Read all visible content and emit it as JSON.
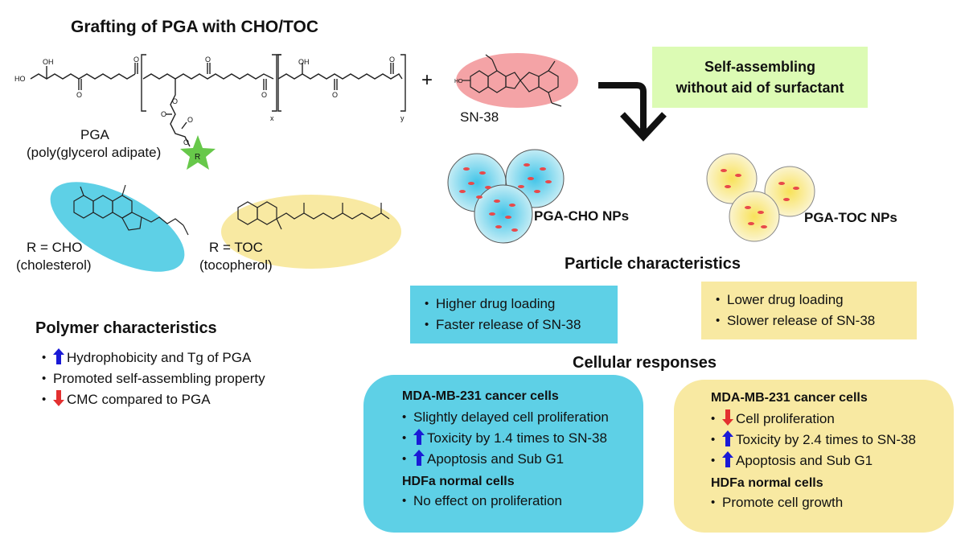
{
  "grafting_title": "Grafting of PGA with CHO/TOC",
  "pga_label": "PGA",
  "pga_full": "(poly(glycerol adipate)",
  "plus": "+",
  "sn38_label": "SN-38",
  "self_assembling": "Self-assembling\nwithout aid of surfactant",
  "chem_text": {
    "ho": "HO",
    "oh": "OH",
    "o": "O",
    "r": "R",
    "x": "x",
    "y": "y"
  },
  "r_cho": "R = CHO",
  "r_cho_name": "(cholesterol)",
  "r_toc": "R = TOC",
  "r_toc_name": "(tocopherol)",
  "np_cho_label": "PGA-CHO NPs",
  "np_toc_label": "PGA-TOC NPs",
  "particle_title": "Particle characteristics",
  "particle_cho": [
    "Higher drug loading",
    "Faster release of SN-38"
  ],
  "particle_toc": [
    "Lower drug loading",
    "Slower release of SN-38"
  ],
  "polymer_title": "Polymer characteristics",
  "polymer_items": [
    {
      "text": "Hydrophobicity and Tg of PGA",
      "icon": "up-arrow-icon"
    },
    {
      "text": "Promoted self-assembling property",
      "icon": ""
    },
    {
      "text": "CMC compared to PGA",
      "icon": "down-arrow-icon"
    }
  ],
  "cellular_title": "Cellular responses",
  "cell_cho": {
    "cancer_title": "MDA-MB-231 cancer cells",
    "cancer_items": [
      {
        "text": "Slightly delayed cell proliferation",
        "icon": ""
      },
      {
        "text": "Toxicity by 1.4 times to SN-38",
        "icon": "up-arrow-icon"
      },
      {
        "text": "Apoptosis and Sub G1",
        "icon": "up-arrow-icon"
      }
    ],
    "normal_title": "HDFa normal cells",
    "normal_items": [
      "No effect on proliferation"
    ]
  },
  "cell_toc": {
    "cancer_title": "MDA-MB-231 cancer cells",
    "cancer_items": [
      {
        "text": "Cell proliferation",
        "icon": "down-arrow-icon"
      },
      {
        "text": "Toxicity by 2.4 times to SN-38",
        "icon": "up-arrow-icon"
      },
      {
        "text": "Apoptosis and Sub G1",
        "icon": "up-arrow-icon"
      }
    ],
    "normal_title": "HDFa normal cells",
    "normal_items": [
      "Promote cell growth"
    ]
  },
  "colors": {
    "cho_blue": "#5ed0e6",
    "toc_yellow": "#f8e9a2",
    "sn38_pink": "#f4a3a6",
    "green_box": "#dcfbb4",
    "star_green": "#67c84a",
    "up_blue": "#1a1ad6",
    "down_red": "#e33030"
  }
}
